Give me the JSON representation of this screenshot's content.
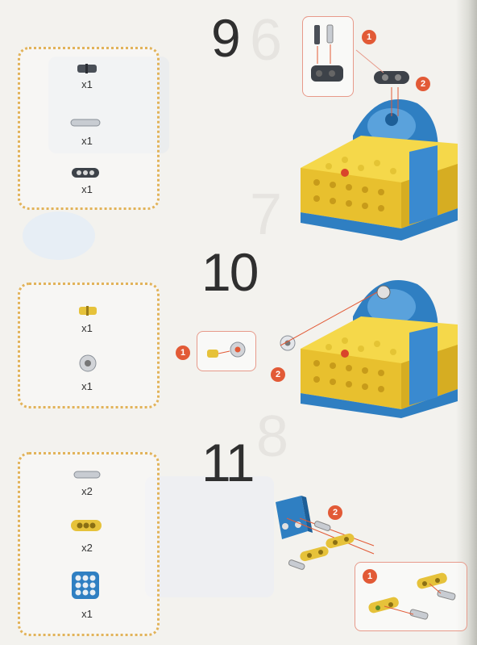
{
  "steps": [
    {
      "number": "9",
      "parts": [
        {
          "icon": "connector-peg-dark-icon",
          "qty": "x1"
        },
        {
          "icon": "axle-grey-icon",
          "qty": "x1"
        },
        {
          "icon": "beam-2hole-dark-icon",
          "qty": "x1"
        }
      ],
      "badges": [
        "1",
        "2"
      ]
    },
    {
      "number": "10",
      "parts": [
        {
          "icon": "connector-peg-yellow-icon",
          "qty": "x1"
        },
        {
          "icon": "bushing-grey-icon",
          "qty": "x1"
        }
      ],
      "badges": [
        "1",
        "2"
      ]
    },
    {
      "number": "11",
      "parts": [
        {
          "icon": "axle-grey-icon",
          "qty": "x2"
        },
        {
          "icon": "beam-2hole-yellow-icon",
          "qty": "x2"
        },
        {
          "icon": "plate-3x3-blue-icon",
          "qty": "x1"
        }
      ],
      "badges": [
        "2",
        "1"
      ]
    }
  ],
  "colors": {
    "brick_yellow": "#f2d03a",
    "brick_blue": "#2f7fc2",
    "parts_border": "#e2b35a",
    "badge": "#e25a36",
    "callout": "#e79a8a"
  }
}
